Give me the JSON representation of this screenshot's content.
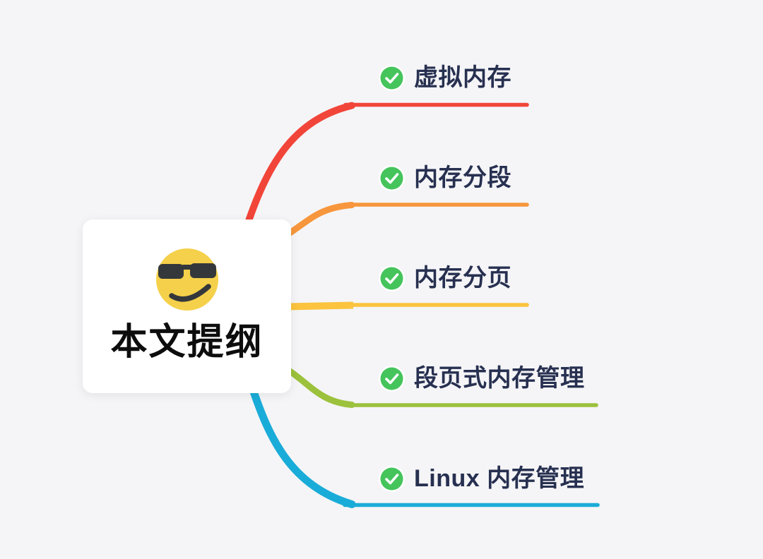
{
  "canvas": {
    "background_color": "#f5f5f7",
    "kind": "mindmap"
  },
  "central_node": {
    "title": "本文提纲",
    "emoji": "smiling-face-with-sunglasses",
    "emoji_face_color": "#f5d04a",
    "emoji_feature_color": "#34383b"
  },
  "check": {
    "circle_color": "#45c45c",
    "mark_color": "#ffffff",
    "ring_color": "#ffffff"
  },
  "branches": [
    {
      "label": "虚拟内存",
      "color": "#f2453a"
    },
    {
      "label": "内存分段",
      "color": "#f7963c"
    },
    {
      "label": "内存分页",
      "color": "#fbc33e"
    },
    {
      "label": "段页式内存管理",
      "color": "#9cc13c"
    },
    {
      "label": "Linux 内存管理",
      "color": "#1aacd8"
    }
  ],
  "label_text_color": "#273050"
}
